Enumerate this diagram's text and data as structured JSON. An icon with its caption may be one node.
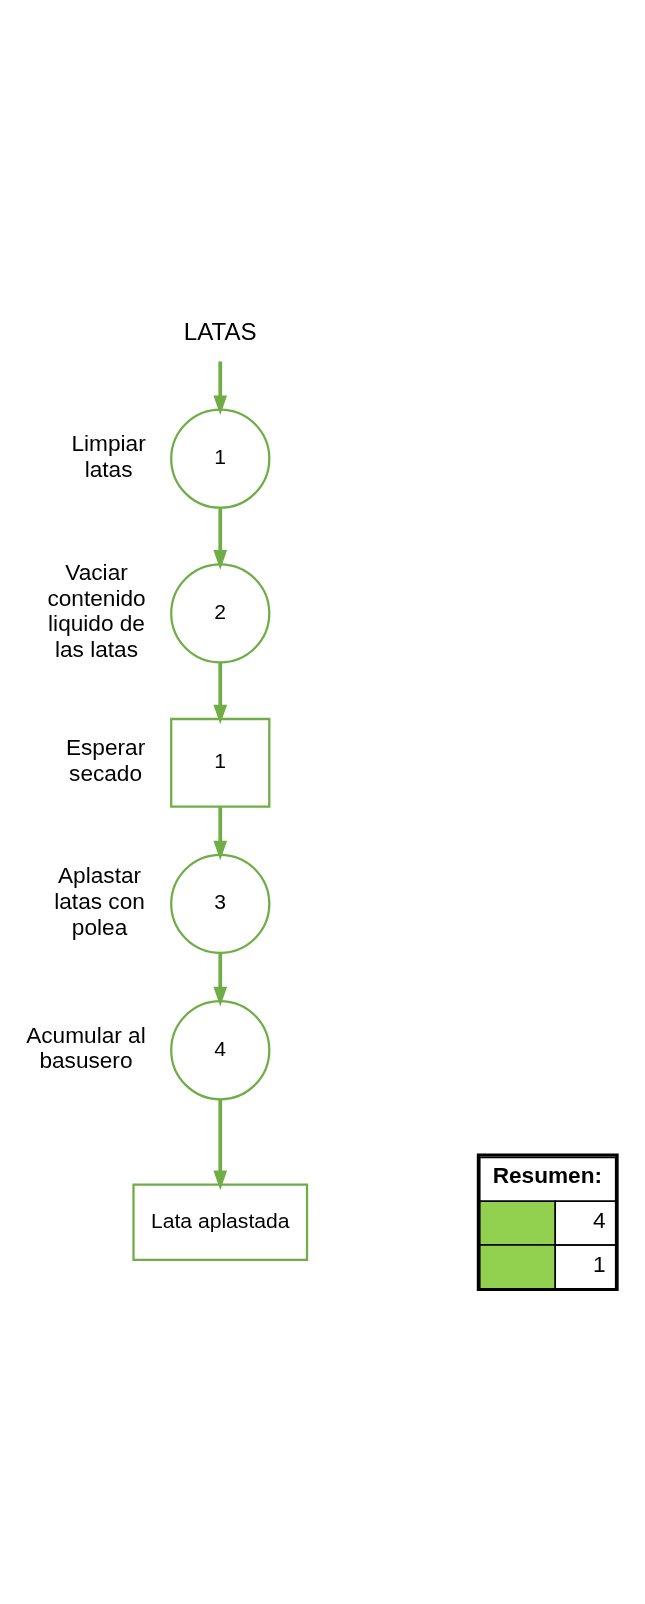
{
  "diagram": {
    "nodes": [
      {
        "text": [
          "LATAS"
        ]
      },
      {
        "text": [
          "1"
        ],
        "beside": [
          "Limpiar latas"
        ]
      },
      {
        "text": [
          "2"
        ],
        "beside": [
          "Vaciar contenido liquido de las latas"
        ]
      },
      {
        "text": [
          "1"
        ],
        "beside": [
          "Esperar secado"
        ]
      },
      {
        "text": [
          "3"
        ],
        "beside": [
          "Aplastar latas con polea"
        ]
      },
      {
        "text": [
          "4"
        ],
        "beside": [
          "Acumular al basusero"
        ]
      },
      {
        "text": [
          "Lata aplastada"
        ]
      }
    ],
    "edges": [
      {
        "from": 0,
        "to": 1,
        "arrow": "to"
      },
      {
        "from": 1,
        "to": 2,
        "arrow": "to"
      },
      {
        "from": 2,
        "to": 3,
        "arrow": "to"
      },
      {
        "from": 3,
        "to": 4,
        "arrow": "to"
      },
      {
        "from": 4,
        "to": 5,
        "arrow": "to"
      },
      {
        "from": 5,
        "to": 6,
        "arrow": "to"
      }
    ],
    "labels": [
      "Resumen:"
    ],
    "legend": [
      {
        "text": "4",
        "color": "#92d050"
      },
      {
        "text": "1",
        "color": "#92d050"
      }
    ]
  }
}
